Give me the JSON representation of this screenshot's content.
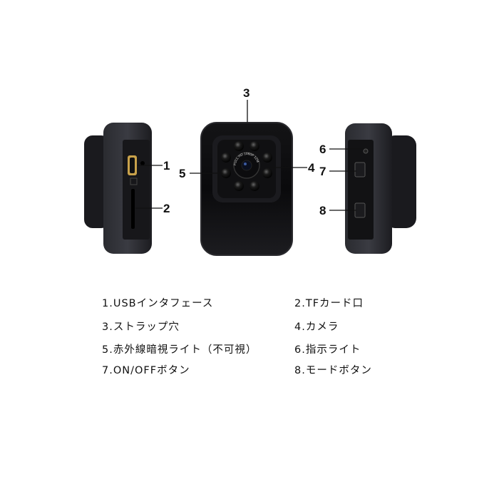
{
  "callouts": [
    "1",
    "2",
    "3",
    "4",
    "5",
    "6",
    "7",
    "8"
  ],
  "lens_text": "FULL HD 1080P 12M",
  "legend": [
    {
      "num": "1.",
      "label": "USBインタフェース"
    },
    {
      "num": "2.",
      "label": "TFカード口"
    },
    {
      "num": "3.",
      "label": "ストラップ穴"
    },
    {
      "num": "4.",
      "label": "カメラ"
    },
    {
      "num": "5.",
      "label": "赤外線暗視ライト（不可視）"
    },
    {
      "num": "6.",
      "label": "指示ライト"
    },
    {
      "num": "7.",
      "label": "ON/OFFボタン"
    },
    {
      "num": "8.",
      "label": "モードボタン"
    }
  ],
  "colors": {
    "body": "#1e1e22",
    "port_gold": "#b8923a"
  }
}
